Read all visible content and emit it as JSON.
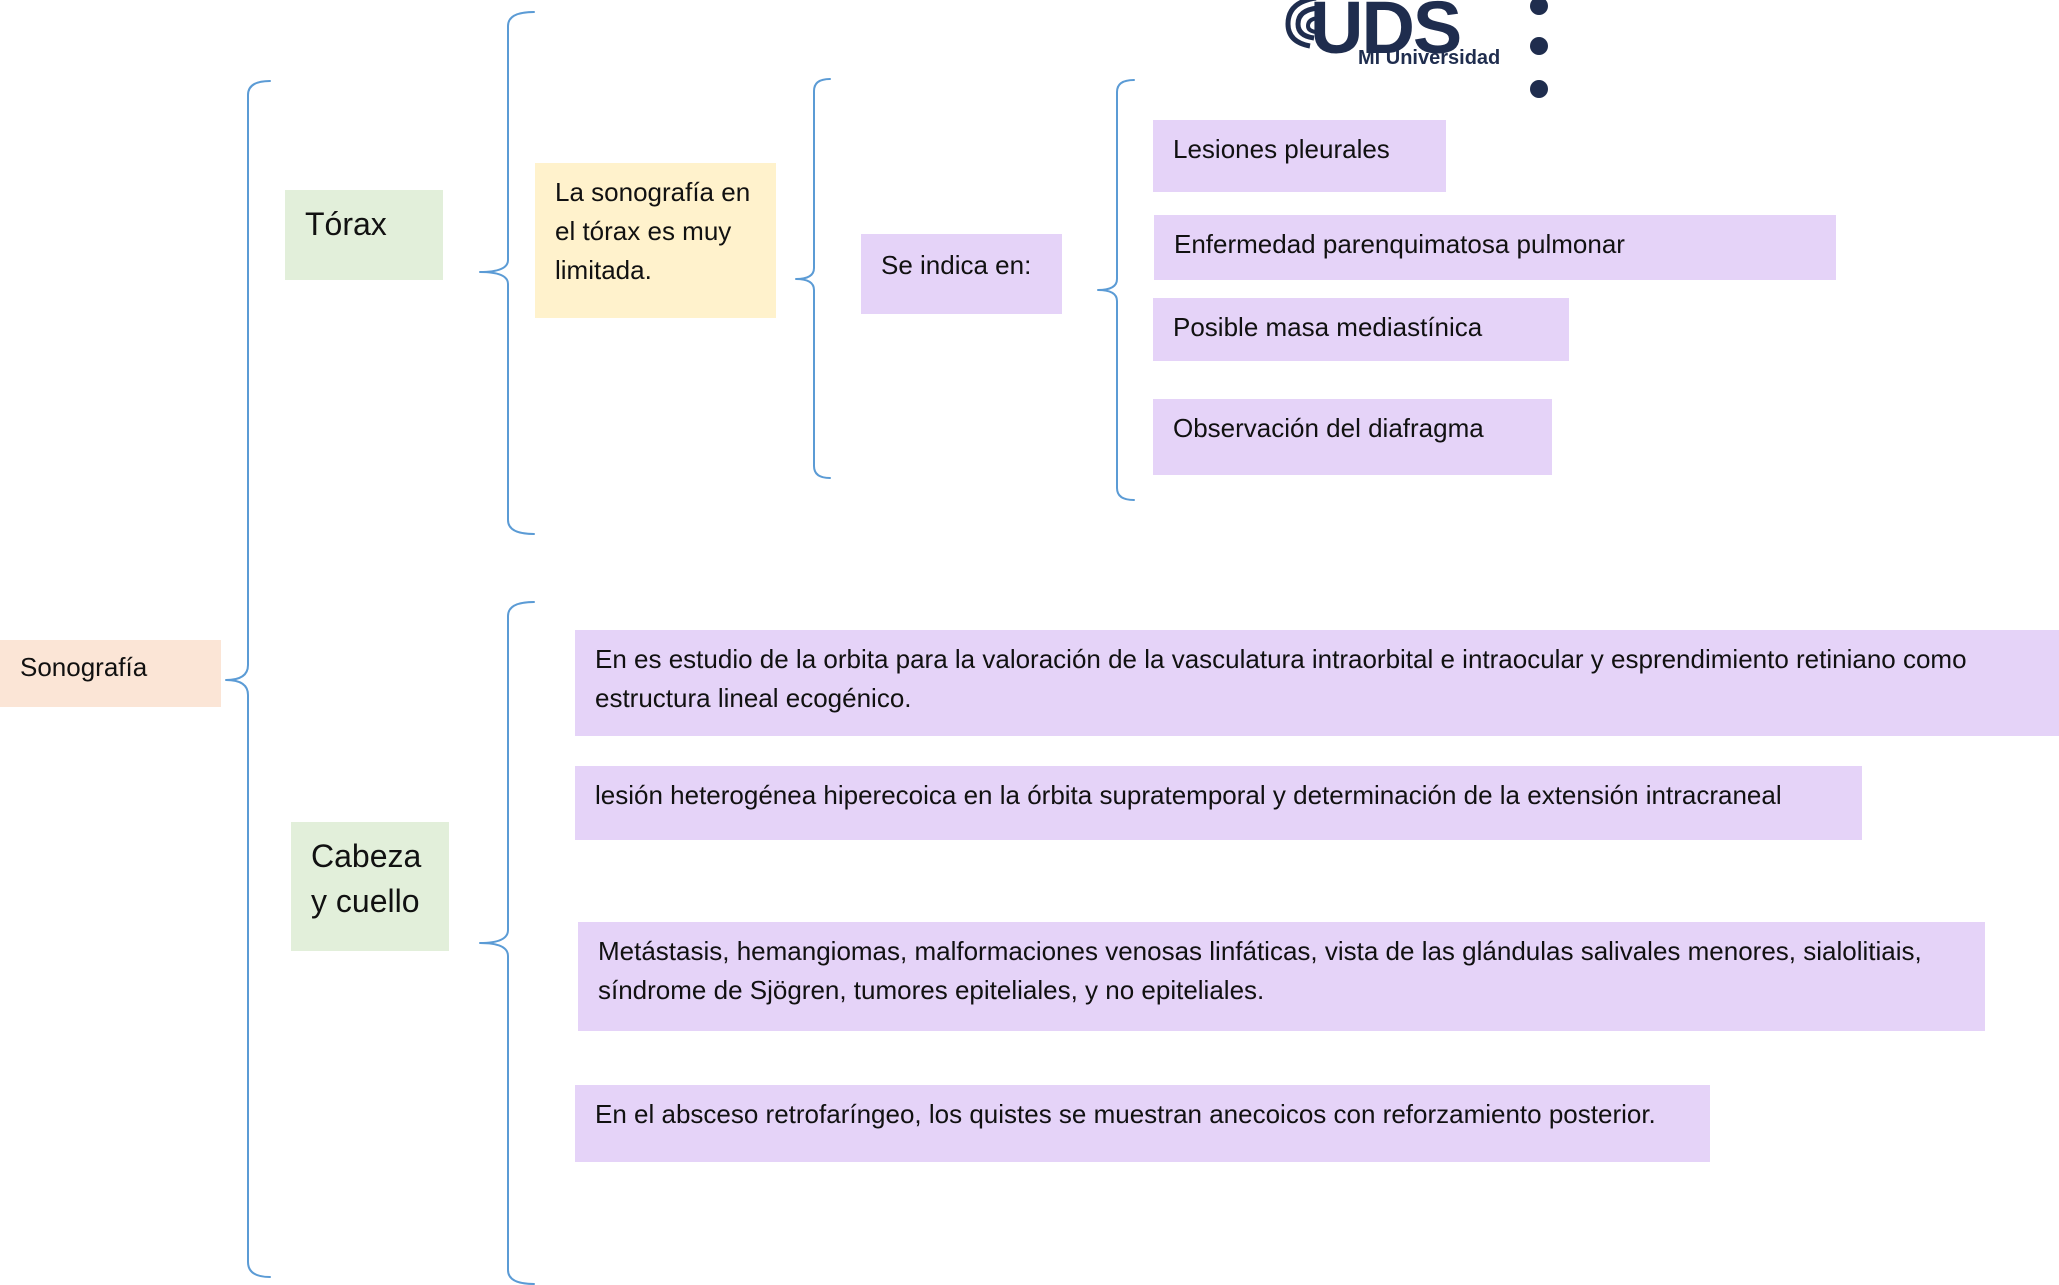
{
  "colors": {
    "root_bg": "#fbe5d6",
    "category_bg": "#e2efda",
    "note_bg": "#fff2cc",
    "item_bg": "#e5d3f8",
    "bracket": "#5b9bd5",
    "logo": "#1f2d4e"
  },
  "logo": {
    "name": "UDS",
    "tagline": "Mi Universidad",
    "icon": "uds-logo-icon"
  },
  "diagram": {
    "root": "Sonografía",
    "branches": [
      {
        "title": "Tórax",
        "note": "La sonografía en el tórax es muy limitada.",
        "sub_title": "Se indica en:",
        "items": [
          "Lesiones pleurales",
          "Enfermedad parenquimatosa pulmonar",
          "Posible masa mediastínica",
          "Observación del diafragma"
        ]
      },
      {
        "title": "Cabeza y cuello",
        "items": [
          "En es estudio de la orbita para la valoración de la vasculatura intraorbital e intraocular y esprendimiento retiniano como estructura lineal ecogénico.",
          "lesión heterogénea hiperecoica en la órbita supratemporal y determinación de la extensión intracraneal",
          "Metástasis, hemangiomas, malformaciones venosas linfáticas, vista de las glándulas salivales menores, sialolitiais, síndrome de Sjögren, tumores epiteliales, y no epiteliales.",
          "En el absceso retrofaríngeo, los quistes se muestran anecoicos con reforzamiento posterior."
        ]
      }
    ]
  }
}
